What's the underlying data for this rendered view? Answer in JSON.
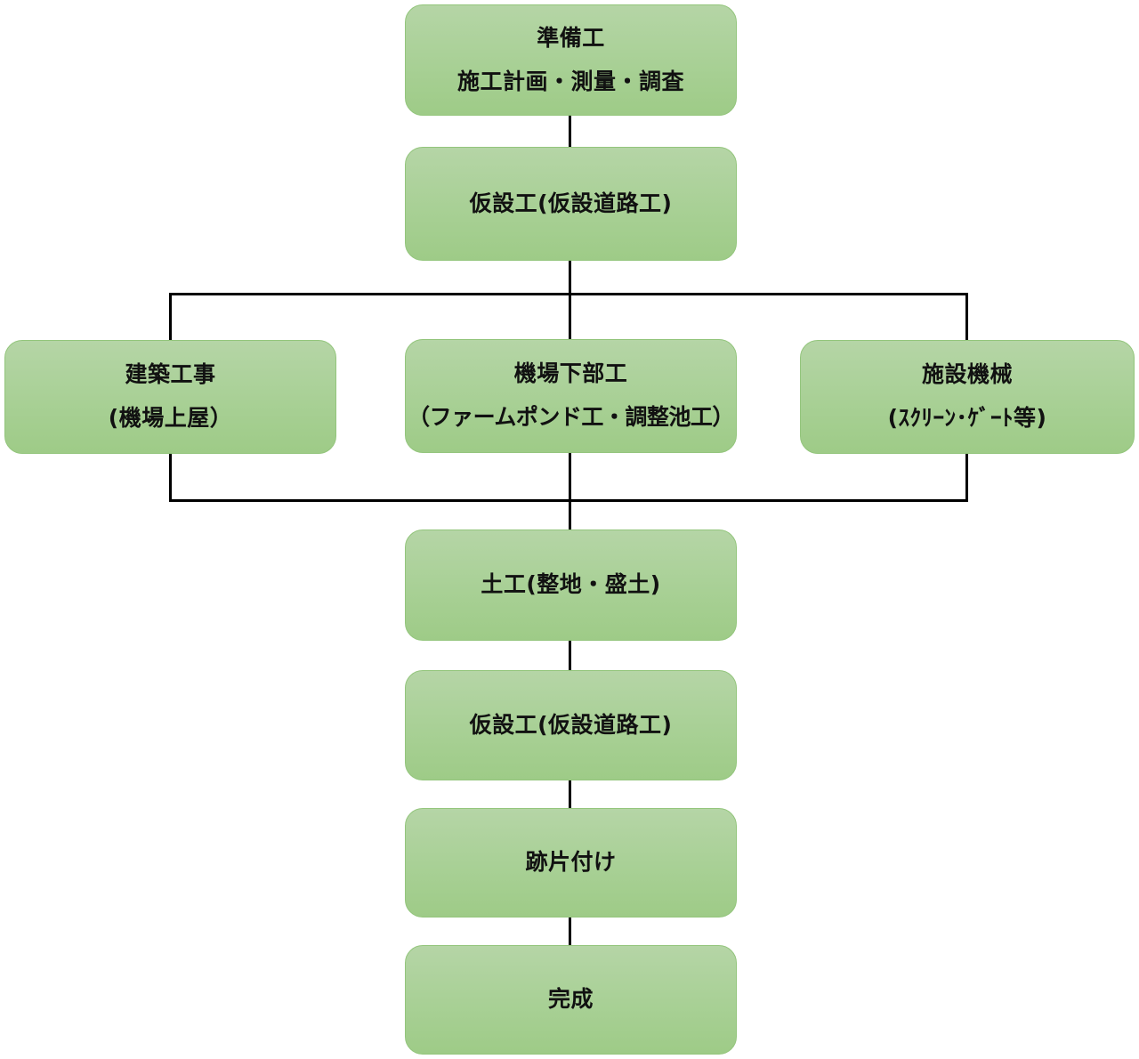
{
  "diagram": {
    "title": "Construction flow",
    "colors": {
      "box_fill_top": "#b5d5a6",
      "box_fill_bottom": "#9ecb87",
      "box_border": "#93c57c",
      "connector": "#000000",
      "text": "#111111"
    },
    "nodes": [
      {
        "id": "preparation",
        "lines": [
          "準備工",
          "施工計画・測量・調査"
        ]
      },
      {
        "id": "temporary-works-1",
        "lines": [
          "仮設工(仮設道路工)"
        ]
      },
      {
        "id": "building-works",
        "lines": [
          "建築工事",
          "(機場上屋）"
        ]
      },
      {
        "id": "pump-station-substructure",
        "lines": [
          "機場下部工",
          "（ファームポンド工・調整池工）"
        ]
      },
      {
        "id": "facility-machinery",
        "lines": [
          "施設機械",
          "(ｽｸﾘｰﾝ･ｹﾞｰﾄ等)"
        ]
      },
      {
        "id": "earthworks",
        "lines": [
          "土工(整地・盛土)"
        ]
      },
      {
        "id": "temporary-works-2",
        "lines": [
          "仮設工(仮設道路工)"
        ]
      },
      {
        "id": "site-cleanup",
        "lines": [
          "跡片付け"
        ]
      },
      {
        "id": "completion",
        "lines": [
          "完成"
        ]
      }
    ],
    "edges": [
      [
        "preparation",
        "temporary-works-1"
      ],
      [
        "temporary-works-1",
        "building-works"
      ],
      [
        "temporary-works-1",
        "pump-station-substructure"
      ],
      [
        "temporary-works-1",
        "facility-machinery"
      ],
      [
        "building-works",
        "earthworks"
      ],
      [
        "pump-station-substructure",
        "earthworks"
      ],
      [
        "facility-machinery",
        "earthworks"
      ],
      [
        "earthworks",
        "temporary-works-2"
      ],
      [
        "temporary-works-2",
        "site-cleanup"
      ],
      [
        "site-cleanup",
        "completion"
      ]
    ]
  }
}
